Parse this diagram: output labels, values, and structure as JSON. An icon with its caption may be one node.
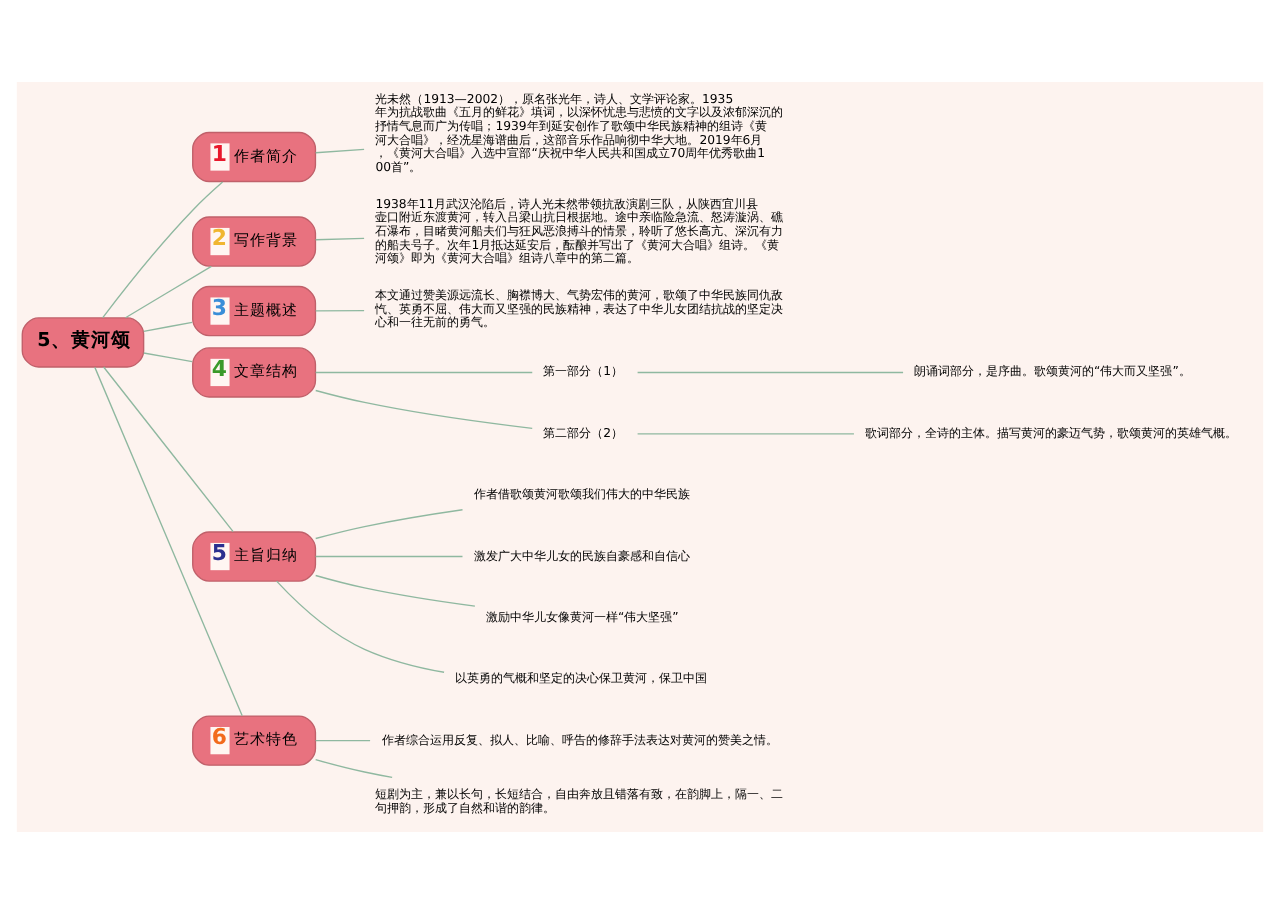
{
  "diagram": {
    "nodes": [
      {
        "text": [
          "5、黄河颂"
        ]
      },
      {
        "text": [
          "1",
          "作者简介"
        ]
      },
      {
        "text": [
          "光未然（1913—2002），原名张光年，诗人、文学评论家。1935年为抗战歌曲《五月的鲜花》填词，以深怀忧患与悲愤的文字以及浓郁深沉的抒情气息而广为传唱；1939年到延安创作了歌颂中华民族精神的组诗《黄河大合唱》，经冼星海谱曲后，这部音乐作品响彻中华大地。2019年6月，《黄河大合唱》入选中宣部“庆祝中华人民共和国成立70周年优秀歌曲100首”。"
        ]
      },
      {
        "text": [
          "2",
          "写作背景"
        ]
      },
      {
        "text": [
          "1938年11月武汉沦陷后，诗人光未然带领抗敌演剧三队，从陕西宜川县壶口附近东渡黄河，转入吕梁山抗日根据地。途中亲临险急流、怒涛漩涡、礁石瀑布，目睹黄河船夫们与狂风恶浪搏斗的情景，聆听了悠长高亢、深沉有力的船夫号子。次年1月抵达延安后，酝酿并写出了《黄河大合唱》组诗。《黄河颂》即为《黄河大合唱》组诗八章中的第二篇。"
        ]
      },
      {
        "text": [
          "3",
          "主题概述"
        ]
      },
      {
        "text": [
          "本文通过赞美源远流长、胸襟博大、气势宏伟的黄河，歌颂了中华民族同仇敌忾、英勇不屈、伟大而又坚强的民族精神，表达了中华儿女团结抗战的坚定决心和一往无前的勇气。"
        ]
      },
      {
        "text": [
          "4",
          "文章结构"
        ]
      },
      {
        "text": [
          "第一部分（1）"
        ]
      },
      {
        "text": [
          "朗诵词部分，是序曲。歌颂黄河的“伟大而又坚强”。"
        ]
      },
      {
        "text": [
          "第二部分（2）"
        ]
      },
      {
        "text": [
          "歌词部分，全诗的主体。描写黄河的豪迈气势，歌颂黄河的英雄气概。"
        ]
      },
      {
        "text": [
          "5",
          "主旨归纳"
        ]
      },
      {
        "text": [
          "作者借歌颂黄河歌颂我们伟大的中华民族"
        ]
      },
      {
        "text": [
          "激发广大中华儿女的民族自豪感和自信心"
        ]
      },
      {
        "text": [
          "激励中华儿女像黄河一样“伟大坚强”"
        ]
      },
      {
        "text": [
          "以英勇的气概和坚定的决心保卫黄河，保卫中国"
        ]
      },
      {
        "text": [
          "6",
          "艺术特色"
        ]
      },
      {
        "text": [
          "作者综合运用反复、拟人、比喻、呼告的修辞手法表达对黄河的赞美之情。"
        ]
      },
      {
        "text": [
          "短剧为主，兼以长句，长短结合，自由奔放且错落有致，在韵脚上，隔一、二句押韵，形成了自然和谐的韵律。"
        ]
      }
    ],
    "edges": [
      {
        "from": 0,
        "to": 1,
        "arrow": "none"
      },
      {
        "from": 1,
        "to": 2,
        "arrow": "none"
      },
      {
        "from": 0,
        "to": 3,
        "arrow": "none"
      },
      {
        "from": 3,
        "to": 4,
        "arrow": "none"
      },
      {
        "from": 0,
        "to": 5,
        "arrow": "none"
      },
      {
        "from": 5,
        "to": 6,
        "arrow": "none"
      },
      {
        "from": 0,
        "to": 7,
        "arrow": "none"
      },
      {
        "from": 7,
        "to": 8,
        "arrow": "none"
      },
      {
        "from": 8,
        "to": 9,
        "arrow": "none"
      },
      {
        "from": 7,
        "to": 10,
        "arrow": "none"
      },
      {
        "from": 10,
        "to": 11,
        "arrow": "none"
      },
      {
        "from": 0,
        "to": 12,
        "arrow": "none"
      },
      {
        "from": 12,
        "to": 13,
        "arrow": "none"
      },
      {
        "from": 12,
        "to": 14,
        "arrow": "none"
      },
      {
        "from": 12,
        "to": 15,
        "arrow": "none"
      },
      {
        "from": 12,
        "to": 16,
        "arrow": "none"
      },
      {
        "from": 0,
        "to": 17,
        "arrow": "none"
      },
      {
        "from": 17,
        "to": 18,
        "arrow": "none"
      },
      {
        "from": 17,
        "to": 19,
        "arrow": "none"
      }
    ]
  }
}
